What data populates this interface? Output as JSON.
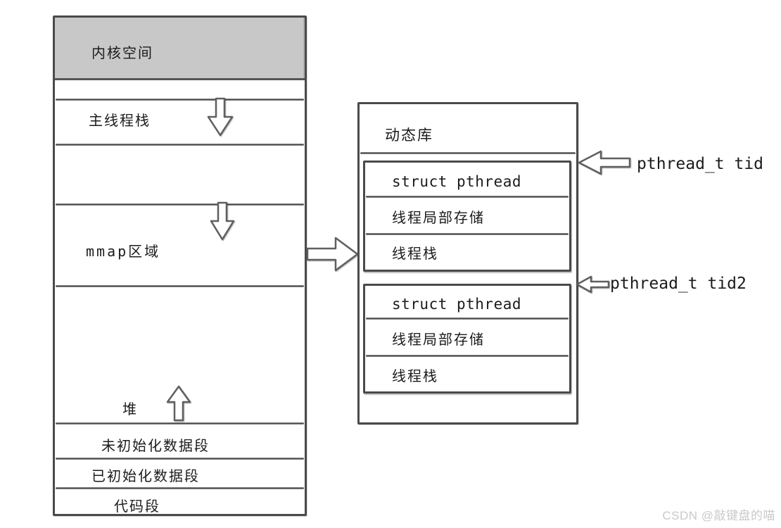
{
  "process_box": {
    "kernel_space": "内核空间",
    "main_thread_stack": "主线程栈",
    "mmap_region": "mmap区域",
    "heap": "堆",
    "uninitialized_data_segment": "未初始化数据段",
    "initialized_data_segment": "已初始化数据段",
    "code_segment": "代码段"
  },
  "library_box": {
    "title": "动态库",
    "thread_blocks": [
      {
        "struct_label": "struct pthread",
        "tls_label": "线程局部存储",
        "stack_label": "线程栈",
        "pointer_label": "pthread_t tid"
      },
      {
        "struct_label": "struct pthread",
        "tls_label": "线程局部存储",
        "stack_label": "线程栈",
        "pointer_label": "pthread_t tid2"
      }
    ]
  },
  "icons": {
    "grow_down_arrow": "hollow block arrow pointing down",
    "grow_up_arrow": "hollow block arrow pointing up",
    "maps_to_arrow": "hollow block arrow pointing right",
    "pointer_arrow": "hollow block arrow pointing left"
  },
  "colors": {
    "kernel_fill": "#c8c8c8",
    "line": "#4a4a4a",
    "text": "#1b1b1b",
    "watermark": "#c9c9c9"
  },
  "watermark": "CSDN @敲键盘的喵"
}
